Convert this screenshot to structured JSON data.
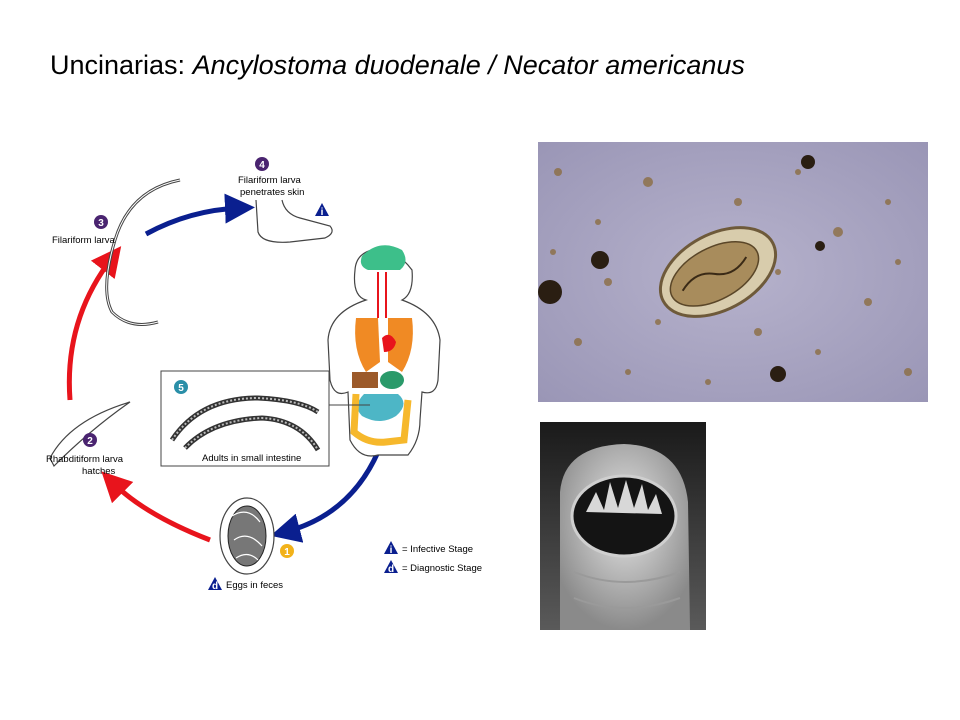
{
  "title": {
    "prefix": "Uncinarias: ",
    "species": "Ancylostoma duodenale / Necator americanus"
  },
  "lifecycle": {
    "stages": [
      {
        "number": "1",
        "label": "Eggs in feces",
        "badge": "d"
      },
      {
        "number": "2",
        "label_line1": "Rhabditiform larva",
        "label_line2": "hatches"
      },
      {
        "number": "3",
        "label": "Filariform larva"
      },
      {
        "number": "4",
        "label_line1": "Filariform larva",
        "label_line2": "penetrates skin",
        "badge": "i"
      },
      {
        "number": "5",
        "label": "Adults in small intestine"
      }
    ],
    "legend": [
      {
        "badge": "i",
        "label": "= Infective Stage"
      },
      {
        "badge": "d",
        "label": "= Diagnostic Stage"
      }
    ],
    "colors": {
      "infective_arrow": "#0a1f8f",
      "diagnostic_arrow": "#e8141c",
      "stage_badge": "#4a2470",
      "adult_badge": "#2a8fa8",
      "egg_badge": "#f2b21a"
    }
  },
  "photos": [
    {
      "subject": "hookworm egg micrograph",
      "background": "#a9a6c4"
    },
    {
      "subject": "hookworm buccal capsule SEM",
      "background": "#1a1a1a"
    }
  ]
}
